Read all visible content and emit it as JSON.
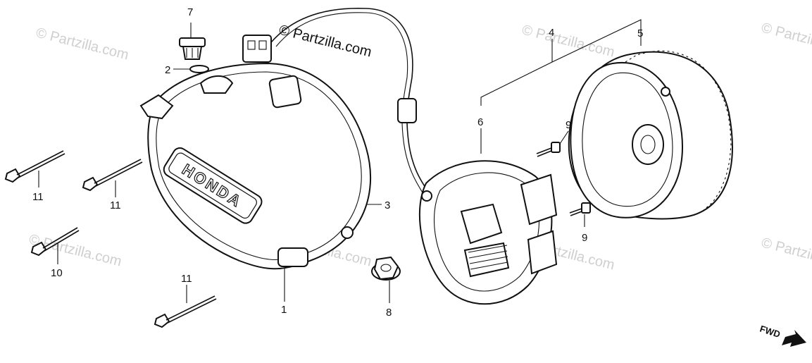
{
  "watermark": {
    "text": "© Partzilla.com",
    "brand_text": "© Partzilla.com"
  },
  "callouts": {
    "c1": "1",
    "c2": "2",
    "c3": "3",
    "c4": "4",
    "c5": "5",
    "c6": "6",
    "c7": "7",
    "c8": "8",
    "c9a": "9",
    "c9b": "9",
    "c10": "10",
    "c11a": "11",
    "c11b": "11",
    "c11c": "11"
  },
  "emblem": {
    "text": "HONDA"
  },
  "direction": {
    "label": "FWD"
  },
  "colors": {
    "line": "#111111",
    "watermark": "#cfcfcf",
    "background": "#ffffff"
  }
}
